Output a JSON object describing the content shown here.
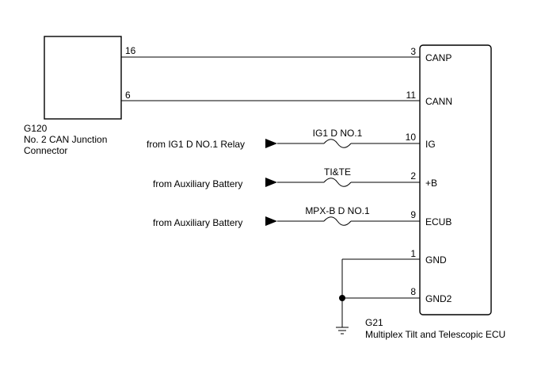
{
  "junction_connector": {
    "code": "G120",
    "name_line1": "No. 2 CAN Junction",
    "name_line2": "Connector",
    "pins": [
      {
        "pin": "16"
      },
      {
        "pin": "6"
      }
    ]
  },
  "ecu": {
    "code": "G21",
    "name": "Multiplex Tilt and Telescopic ECU",
    "pins": [
      {
        "pin": "3",
        "label": "CANP"
      },
      {
        "pin": "11",
        "label": "CANN"
      },
      {
        "pin": "10",
        "label": "IG"
      },
      {
        "pin": "2",
        "label": "+B"
      },
      {
        "pin": "9",
        "label": "ECUB"
      },
      {
        "pin": "1",
        "label": "GND"
      },
      {
        "pin": "8",
        "label": "GND2"
      }
    ]
  },
  "power_inputs": [
    {
      "source": "from IG1 D NO.1 Relay",
      "fuse": "IG1 D NO.1"
    },
    {
      "source": "from Auxiliary Battery",
      "fuse": "TI&TE"
    },
    {
      "source": "from Auxiliary Battery",
      "fuse": "MPX-B D NO.1"
    }
  ]
}
